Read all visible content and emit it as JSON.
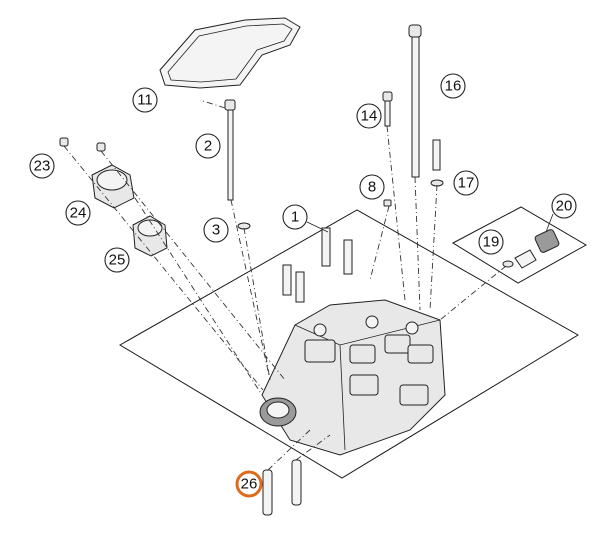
{
  "callouts": [
    {
      "id": "1",
      "label": "1",
      "highlight": false
    },
    {
      "id": "2",
      "label": "2",
      "highlight": false
    },
    {
      "id": "3",
      "label": "3",
      "highlight": false
    },
    {
      "id": "8",
      "label": "8",
      "highlight": false
    },
    {
      "id": "11",
      "label": "11",
      "highlight": false
    },
    {
      "id": "14",
      "label": "14",
      "highlight": false
    },
    {
      "id": "16",
      "label": "16",
      "highlight": false
    },
    {
      "id": "17",
      "label": "17",
      "highlight": false
    },
    {
      "id": "19",
      "label": "19",
      "highlight": false
    },
    {
      "id": "20",
      "label": "20",
      "highlight": false
    },
    {
      "id": "23",
      "label": "23",
      "highlight": false
    },
    {
      "id": "24",
      "label": "24",
      "highlight": false
    },
    {
      "id": "25",
      "label": "25",
      "highlight": false
    },
    {
      "id": "26",
      "label": "26",
      "highlight": true
    }
  ],
  "colors": {
    "highlight": "#e06a1b",
    "line": "#222222",
    "part_fill": "#e8e8e8"
  }
}
